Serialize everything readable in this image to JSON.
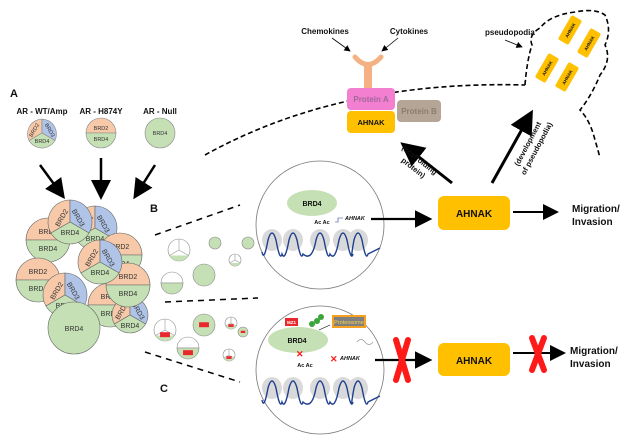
{
  "panels": {
    "a_label": "A",
    "b_label": "B",
    "c_label": "C"
  },
  "panel_a": {
    "groups": [
      {
        "title": "AR - WT/Amp",
        "segments": [
          "BRD2",
          "BRD3",
          "BRD4"
        ]
      },
      {
        "title": "AR - H874Y",
        "segments": [
          "BRD2",
          "BRD4"
        ]
      },
      {
        "title": "AR - Null",
        "segments": [
          "BRD4"
        ]
      }
    ]
  },
  "cluster": {
    "labels": [
      "BRD2",
      "BRD3",
      "BRD4"
    ]
  },
  "nucleus_top": {
    "protein": "BRD4",
    "acetyl": "Ac Ac",
    "gene": "AHNAK"
  },
  "nucleus_bottom": {
    "protein": "BRD4",
    "inhibitor": "MZ1",
    "proteasome": "Proteosome",
    "acetyl": "Ac Ac",
    "gene": "AHNAK"
  },
  "cell_membrane": {
    "chemokines": "Chemokines",
    "cytokines": "Cytokines",
    "pseudopodia": "pseudopodia",
    "protein_a": "Protein A",
    "protein_b": "Protein B",
    "ahnak_membrane": "AHNAK",
    "pseudo_ahnak": [
      "AHNAK",
      "AHNAK",
      "AHNAK",
      "AHNAK"
    ]
  },
  "pathway": {
    "ahnak_top": "AHNAK",
    "ahnak_bottom": "AHNAK",
    "outcome_line1": "Migration/",
    "outcome_line2": "Invasion",
    "scaffold_line1": "(scaffolding",
    "scaffold_line2": "protein)",
    "pseudo_line1": "(development",
    "pseudo_line2": "of pseudopodia)"
  },
  "colors": {
    "brd2": "#f7c9a8",
    "brd3": "#b0c4e8",
    "brd4": "#c5e0b4",
    "ahnak": "#ffc000",
    "protein_a": "#f27fd0",
    "protein_b": "#b5a597",
    "receptor": "#f4b183",
    "mz1": "#e8282d",
    "block": "#ff1a1a",
    "dna": "#1f3f8f",
    "nucleosome": "#d9d9d9"
  }
}
